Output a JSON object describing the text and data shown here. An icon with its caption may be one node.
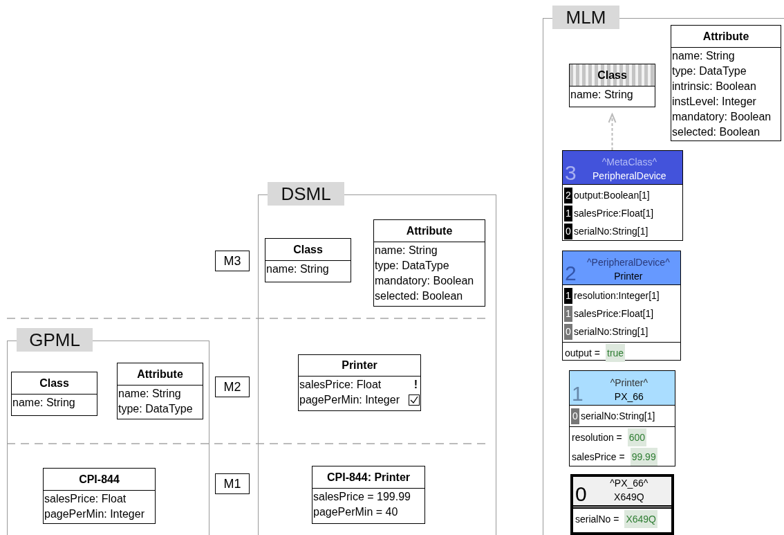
{
  "diagram": {
    "nodes": [
      {
        "text": [
          "MLM"
        ]
      },
      {
        "text": [
          "Class",
          "name: String"
        ],
        "in": 0
      },
      {
        "text": [
          "Attribute",
          "name: String",
          "type: DataType",
          "intrinsic: Boolean",
          "instLevel: Integer",
          "mandatory: Boolean",
          "selected: Boolean"
        ],
        "in": 0
      },
      {
        "text": [
          "3",
          "^MetaClass^",
          "PeripheralDevice",
          "2",
          "output:Boolean[1]",
          "1",
          "salesPrice:Float[1]",
          "0",
          "serialNo:String[1]"
        ],
        "in": 0
      },
      {
        "text": [
          "2",
          "^PeripheralDevice^",
          "Printer",
          "1",
          "resolution:Integer[1]",
          "1",
          "salesPrice:Float[1]",
          "0",
          "serialNo:String[1]",
          "output =",
          "true"
        ],
        "in": 0
      },
      {
        "text": [
          "1",
          "^Printer^",
          "PX_66",
          "0",
          "serialNo:String[1]",
          "resolution =",
          "600",
          "salesPrice =",
          "99.99"
        ],
        "in": 0
      },
      {
        "text": [
          "0",
          "^PX_66^",
          "X649Q",
          "serialNo =",
          "X649Q"
        ],
        "in": 0
      },
      {
        "text": [
          "DSML"
        ]
      },
      {
        "text": [
          "Class",
          "name: String"
        ],
        "in": 7
      },
      {
        "text": [
          "Attribute",
          "name: String",
          "type: DataType",
          "mandatory: Boolean",
          "selected: Boolean"
        ],
        "in": 7
      },
      {
        "text": [
          "M3"
        ]
      },
      {
        "text": [
          "GPML"
        ]
      },
      {
        "text": [
          "Class",
          "name: String"
        ],
        "in": 11
      },
      {
        "text": [
          "Attribute",
          "name: String",
          "type: DataType"
        ],
        "in": 11
      },
      {
        "text": [
          "M2"
        ]
      },
      {
        "text": [
          "Printer",
          "salesPrice: Float",
          "!",
          "pagePerMin: Integer"
        ],
        "in": 7
      },
      {
        "text": [
          "CPI-844",
          "salesPrice: Float",
          "pagePerMin: Integer"
        ],
        "in": 11
      },
      {
        "text": [
          "M1"
        ]
      },
      {
        "text": [
          "CPI-844: Printer",
          "salesPrice = 199.99",
          "pagePerMin = 40"
        ],
        "in": 7
      }
    ],
    "edges": [
      {
        "from": 3,
        "to": 1,
        "arrow": "to",
        "style": "dashed",
        "color": "#bbbbbb"
      }
    ]
  }
}
